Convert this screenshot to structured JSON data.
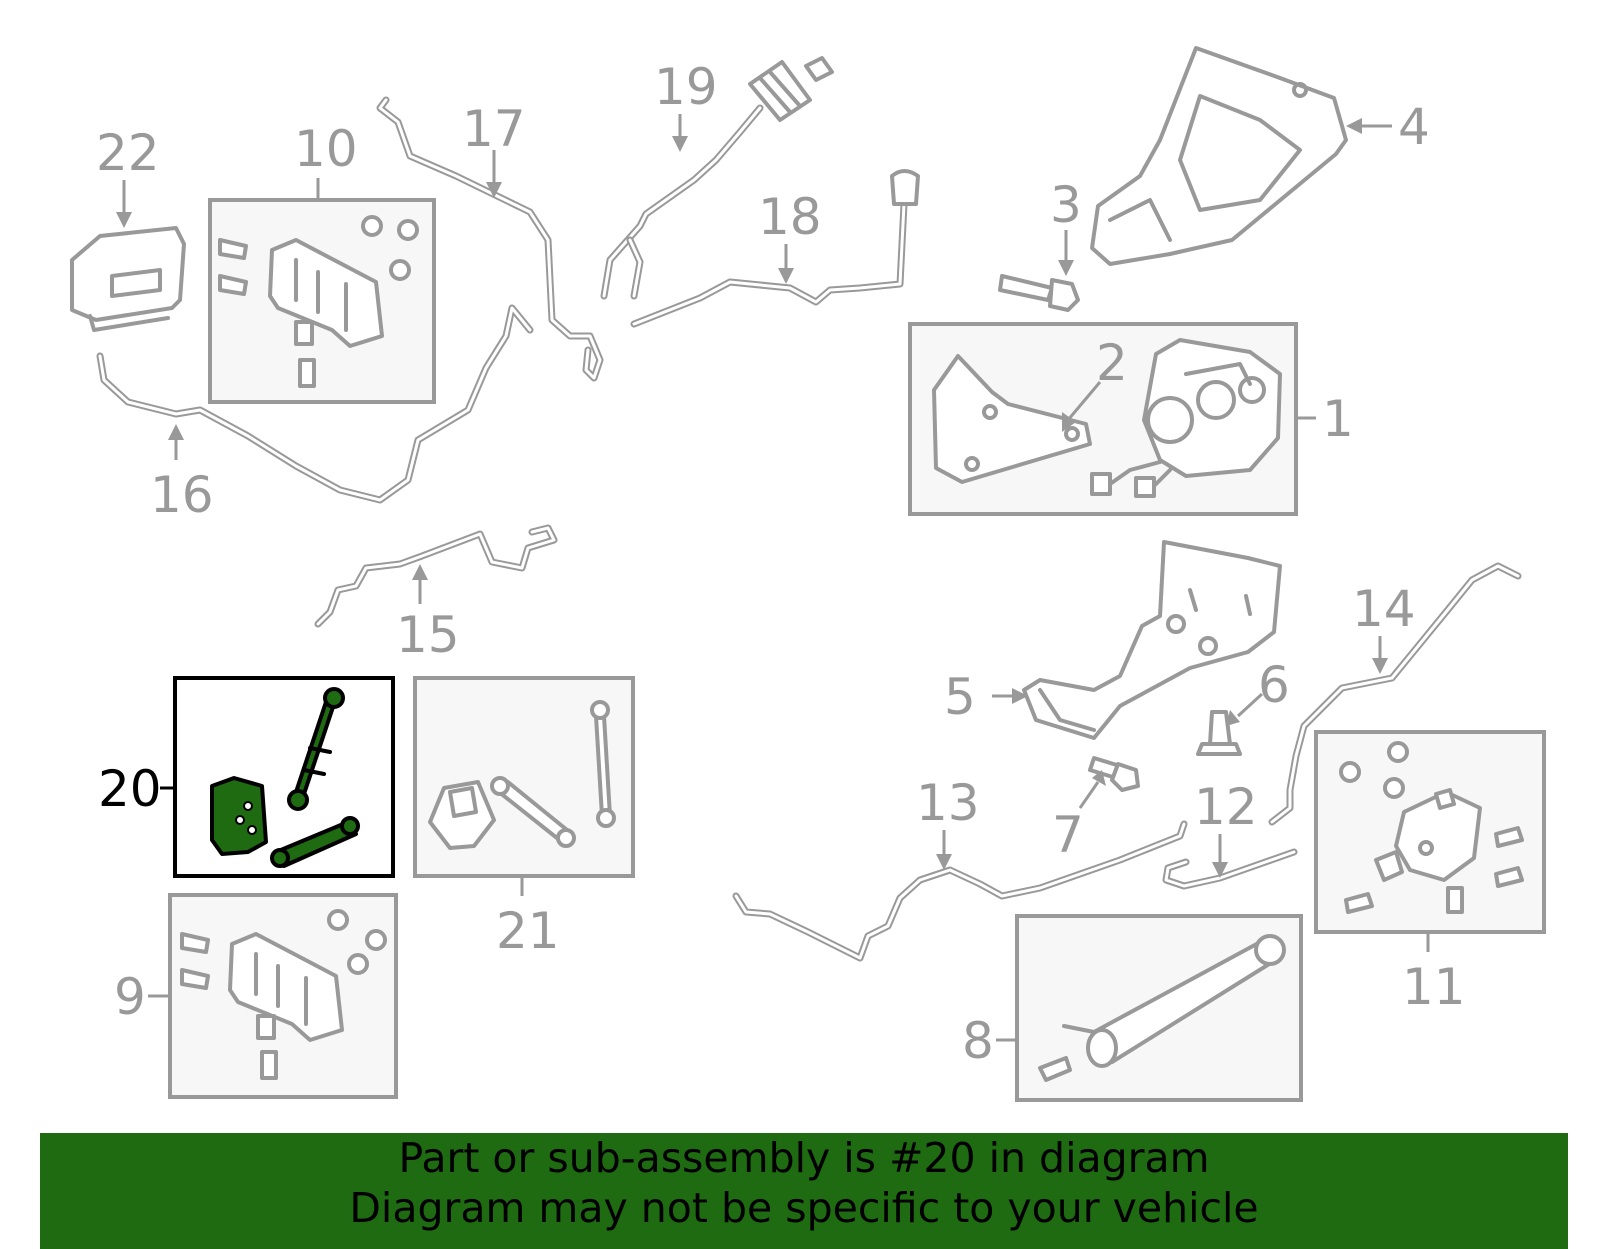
{
  "diagram": {
    "highlight_color": "#1e6b12",
    "part_color": "#999999",
    "callouts": [
      "1",
      "2",
      "3",
      "4",
      "5",
      "6",
      "7",
      "8",
      "9",
      "10",
      "11",
      "12",
      "13",
      "14",
      "15",
      "16",
      "17",
      "18",
      "19",
      "20",
      "21",
      "22"
    ],
    "highlighted": "20"
  },
  "banner": {
    "line1": "Part or sub-assembly is #20 in diagram",
    "line2": "Diagram may not be specific to your vehicle",
    "background": "#1e6b12"
  }
}
